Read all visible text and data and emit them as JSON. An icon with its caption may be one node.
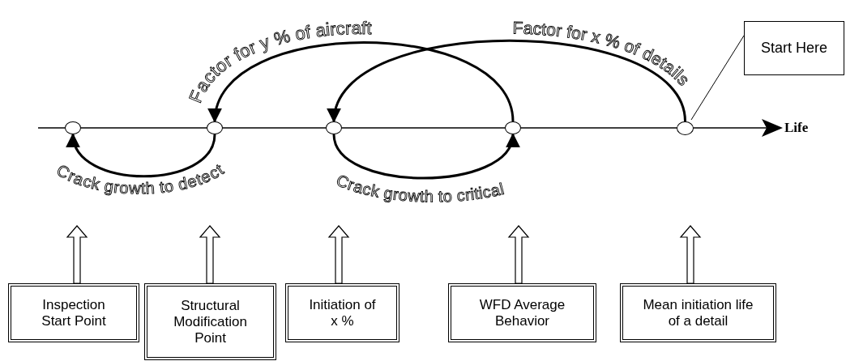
{
  "diagram": {
    "nodes": [
      {
        "text": [],
        "shape": "circle"
      },
      {
        "text": [],
        "shape": "circle"
      },
      {
        "text": [],
        "shape": "circle"
      },
      {
        "text": [],
        "shape": "circle"
      },
      {
        "text": [],
        "shape": "circle"
      },
      {
        "text": [
          "Start Here"
        ]
      },
      {
        "text": [
          "Inspection Start Point"
        ]
      },
      {
        "text": [
          "Structural Modification Point"
        ]
      },
      {
        "text": [
          "Initiation of x %"
        ]
      },
      {
        "text": [
          "WFD Average Behavior"
        ]
      },
      {
        "text": [
          "Mean initiation life of  a detail"
        ]
      }
    ],
    "edges": [
      {
        "from": 5,
        "to": 4,
        "arrow": "none"
      },
      {
        "from": 1,
        "to": 0,
        "arrow": "to",
        "label": "Crack growth to detect"
      },
      {
        "from": 3,
        "to": 1,
        "arrow": "to",
        "label": "Factor for y % of aircraft"
      },
      {
        "from": 2,
        "to": 3,
        "arrow": "to",
        "label": "Crack growth to critical"
      },
      {
        "from": 4,
        "to": 2,
        "arrow": "to",
        "label": "Factor for x % of details"
      },
      {
        "from": 6,
        "to": null,
        "arrow": "to"
      },
      {
        "from": 7,
        "to": null,
        "arrow": "to"
      },
      {
        "from": 8,
        "to": null,
        "arrow": "to"
      },
      {
        "from": 9,
        "to": null,
        "arrow": "to"
      },
      {
        "from": 10,
        "to": null,
        "arrow": "to"
      }
    ],
    "labels": [
      "Life"
    ]
  }
}
